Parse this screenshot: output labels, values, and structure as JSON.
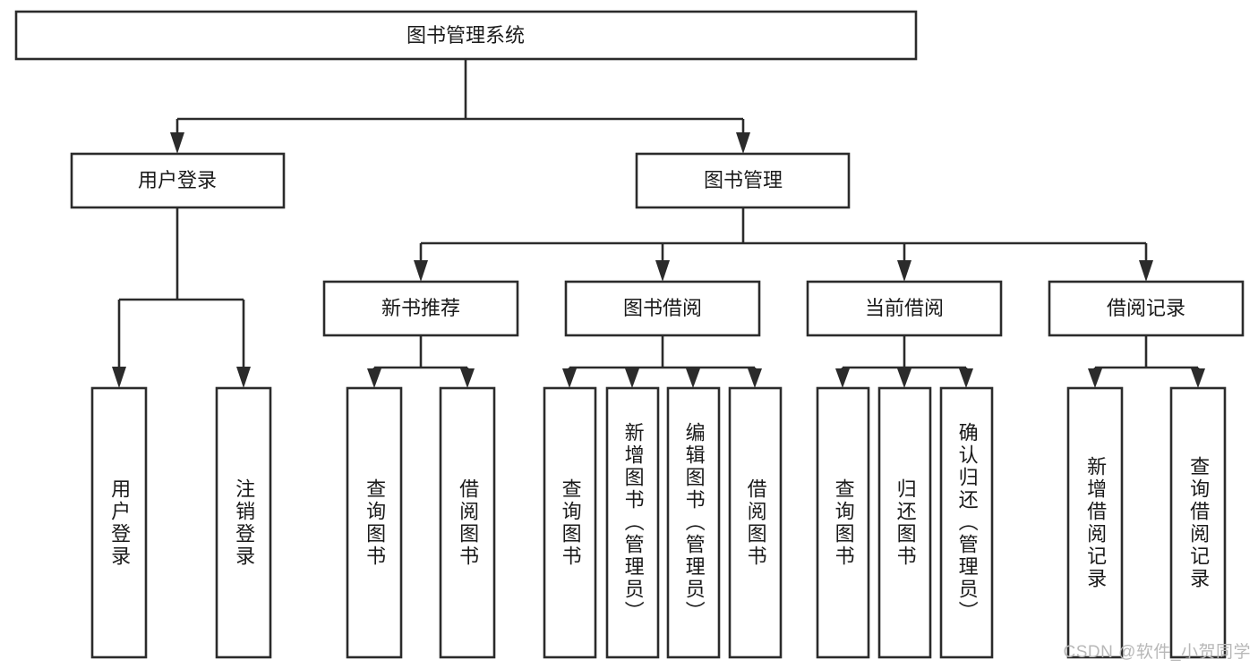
{
  "diagram": {
    "title": "图书管理系统",
    "type": "tree-hierarchy-chart",
    "colors": {
      "box_stroke": "#2b2b2b",
      "box_fill": "#ffffff",
      "text": "#1a1a1a",
      "background": "#ffffff",
      "watermark": "#b8b8b8"
    },
    "root": {
      "label": "图书管理系统"
    },
    "level2": [
      {
        "label": "用户登录"
      },
      {
        "label": "图书管理"
      }
    ],
    "level3": [
      {
        "label": "新书推荐"
      },
      {
        "label": "图书借阅"
      },
      {
        "label": "当前借阅"
      },
      {
        "label": "借阅记录"
      }
    ],
    "leaves": {
      "user_login": [
        {
          "label": "用户登录"
        },
        {
          "label": "注销登录"
        }
      ],
      "new_book_recommend": [
        {
          "label": "查询图书"
        },
        {
          "label": "借阅图书"
        }
      ],
      "book_borrow": [
        {
          "label": "查询图书"
        },
        {
          "label": "新增图书（管理员）"
        },
        {
          "label": "编辑图书（管理员）"
        },
        {
          "label": "借阅图书"
        }
      ],
      "current_borrow": [
        {
          "label": "查询图书"
        },
        {
          "label": "归还图书"
        },
        {
          "label": "确认归还（管理员）"
        }
      ],
      "borrow_record": [
        {
          "label": "新增借阅记录"
        },
        {
          "label": "查询借阅记录"
        }
      ]
    }
  },
  "watermark": {
    "text": "CSDN @软件_小贺同学"
  }
}
